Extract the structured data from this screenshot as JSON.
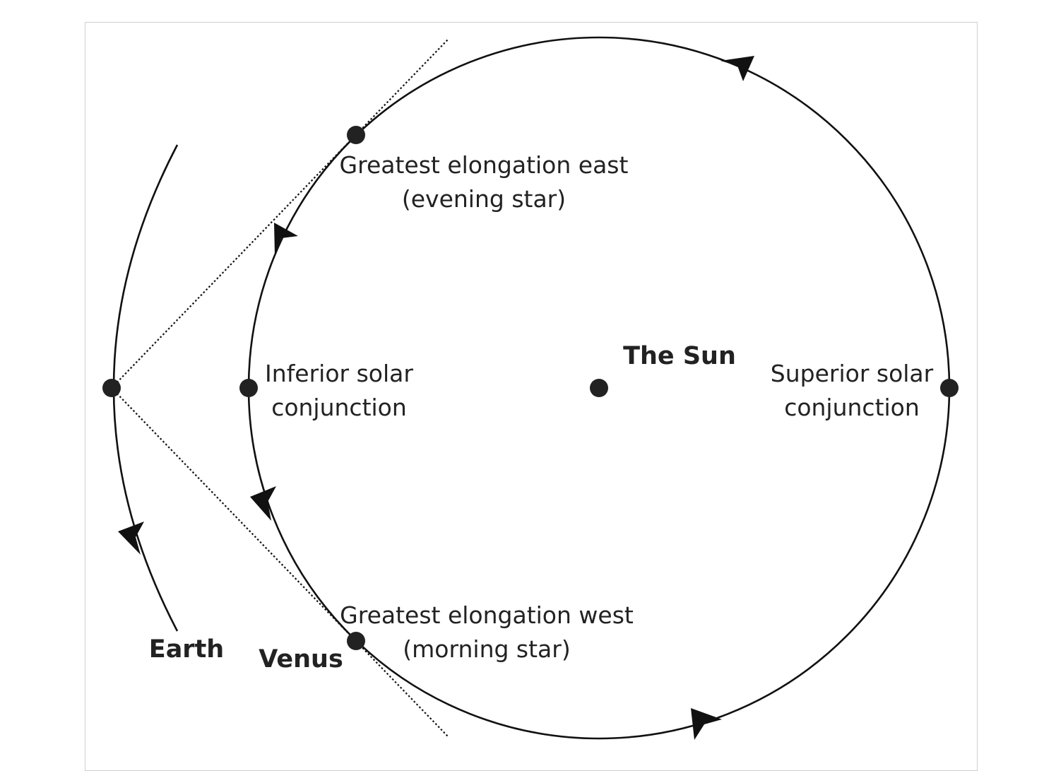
{
  "labels": {
    "sun": "The Sun",
    "earth": "Earth",
    "venus": "Venus",
    "inferior_line1": "Inferior solar",
    "inferior_line2": "conjunction",
    "superior_line1": "Superior solar",
    "superior_line2": "conjunction",
    "east_line1": "Greatest elongation east",
    "east_line2": "(evening star)",
    "west_line1": "Greatest elongation west",
    "west_line2": "(morning star)"
  },
  "colors": {
    "ink": "#222222",
    "frame": "#cfcfcf",
    "background": "#ffffff"
  }
}
